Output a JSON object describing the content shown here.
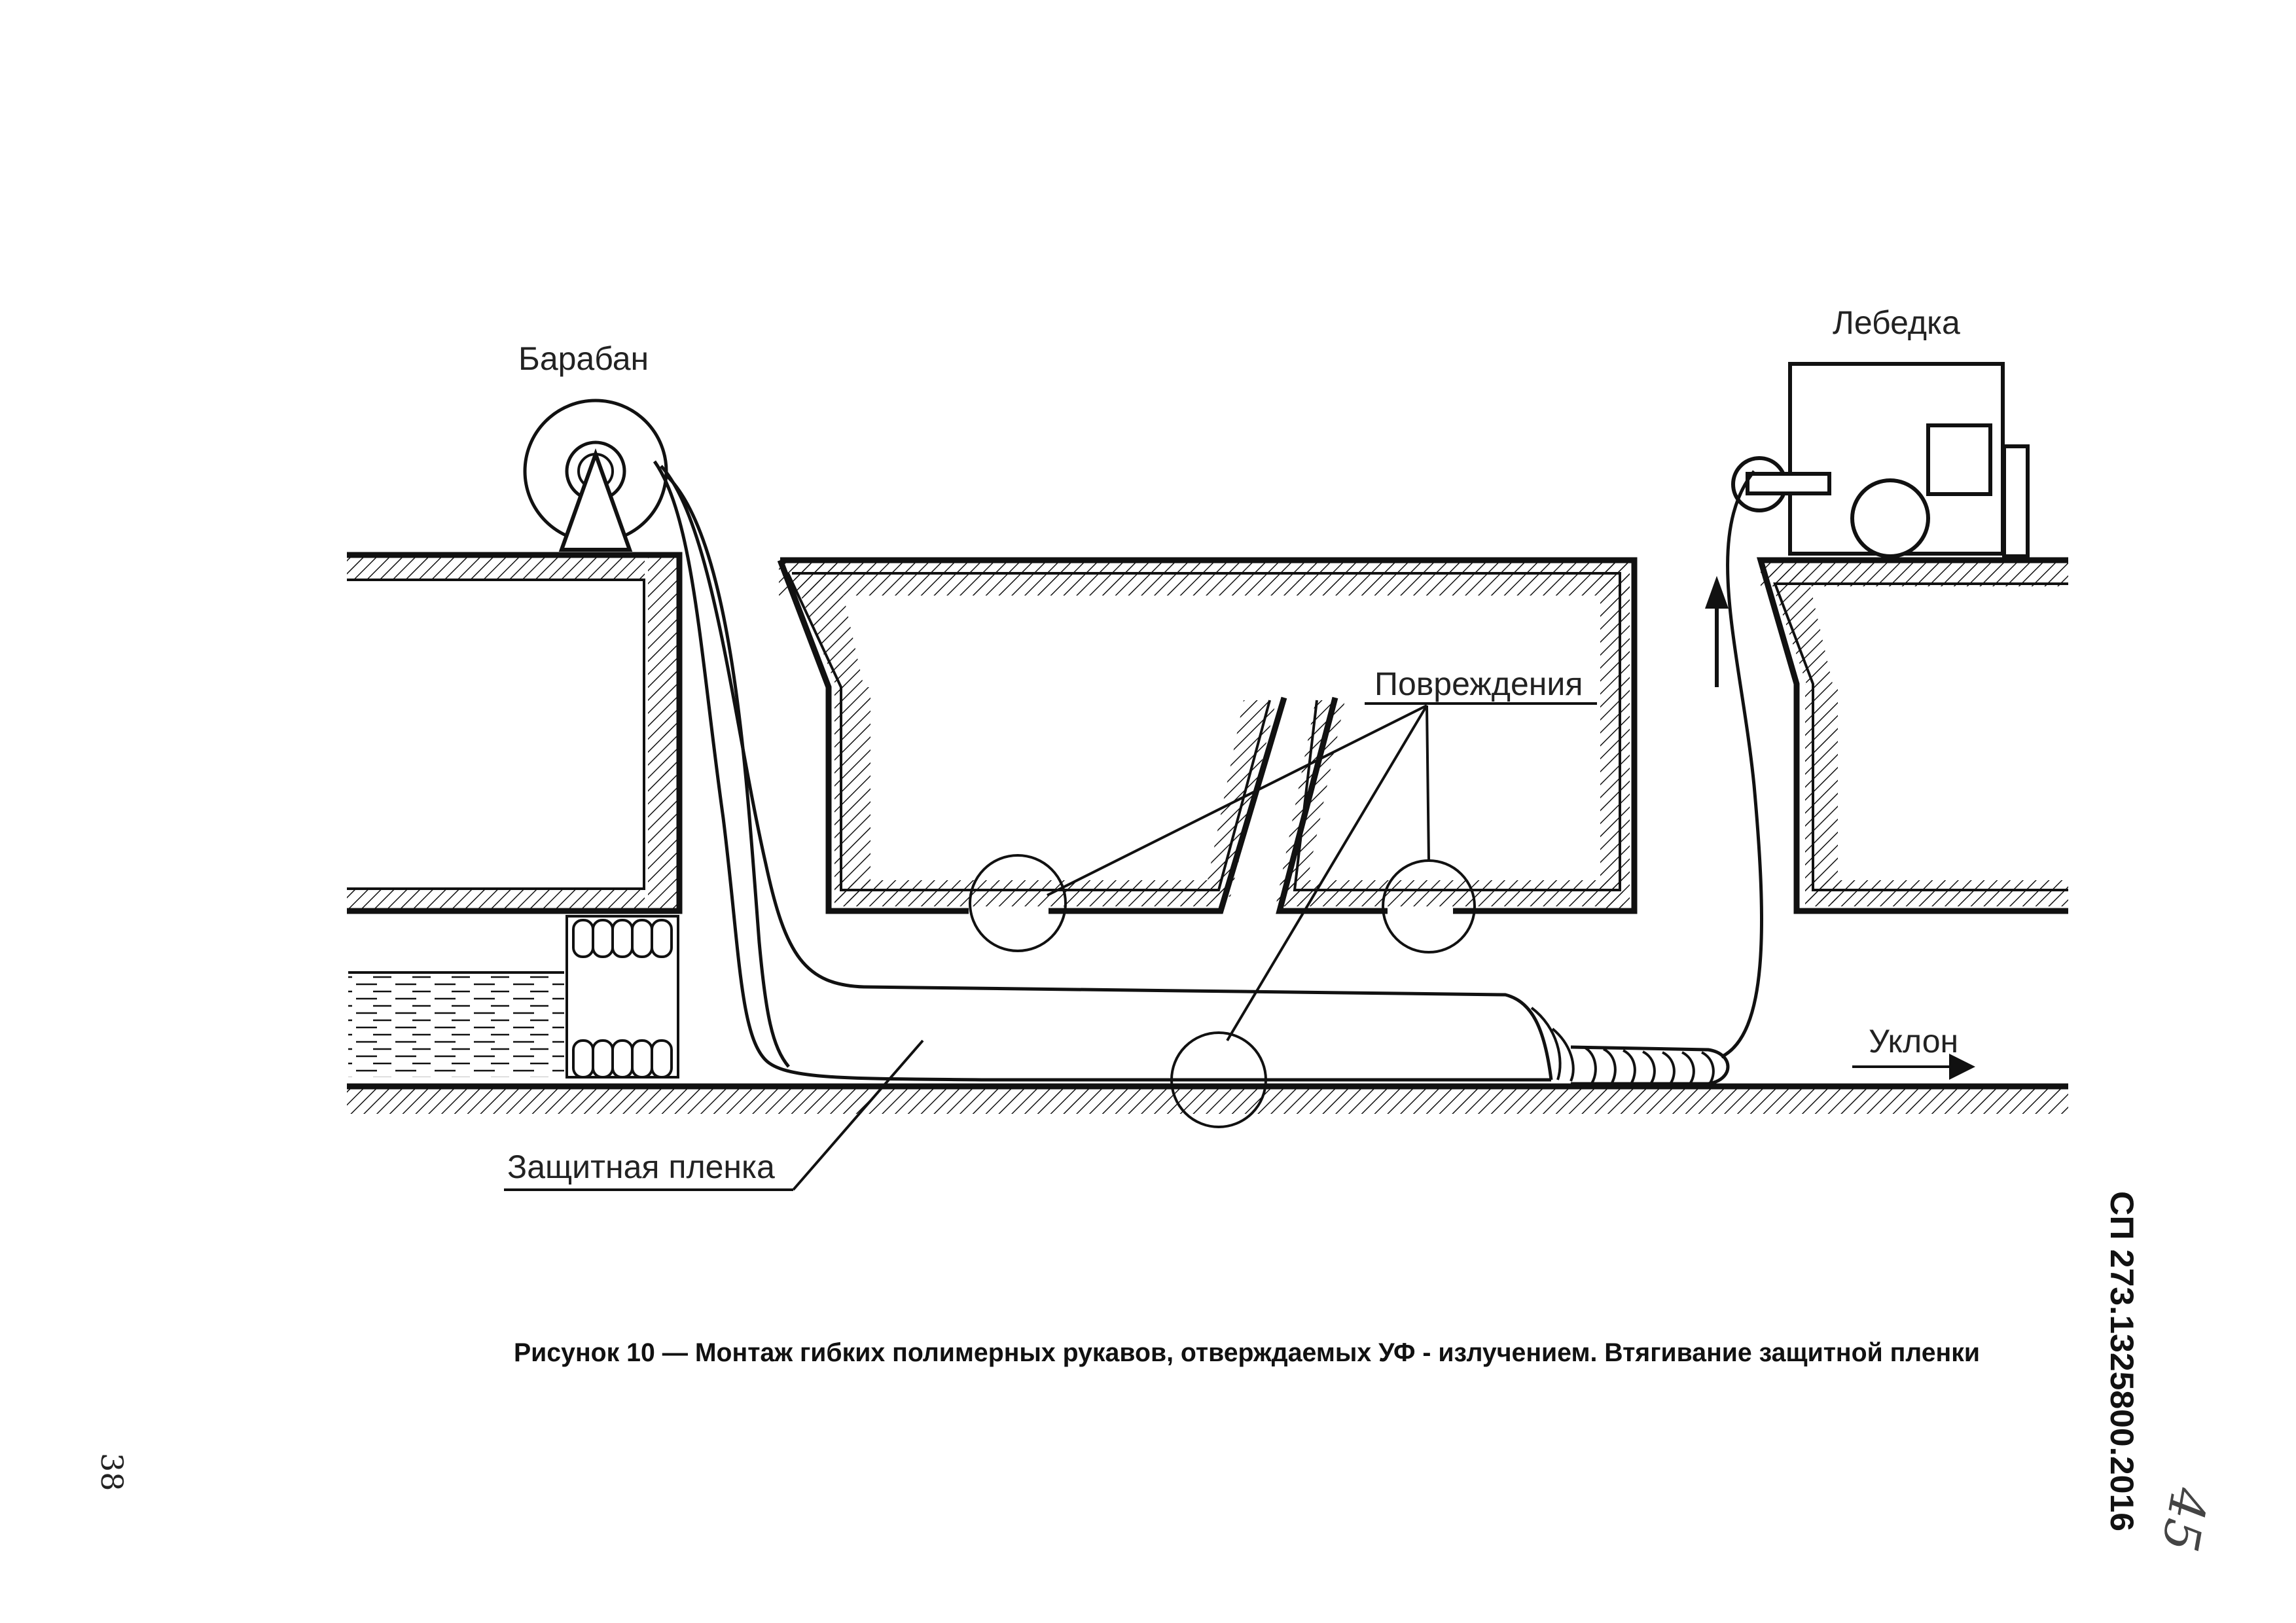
{
  "figure": {
    "labels": {
      "drum": "Барабан",
      "winch": "Лебедка",
      "damages": "Повреждения",
      "slope": "Уклон",
      "protective_film": "Защитная пленка"
    },
    "caption": "Рисунок 10 — Монтаж гибких полимерных рукавов, отверждаемых УФ - излучением. Втягивание защитной пленки"
  },
  "page": {
    "standard_code": "СП 273.1325800.2016",
    "page_number": "38",
    "handwritten_number": "45"
  }
}
